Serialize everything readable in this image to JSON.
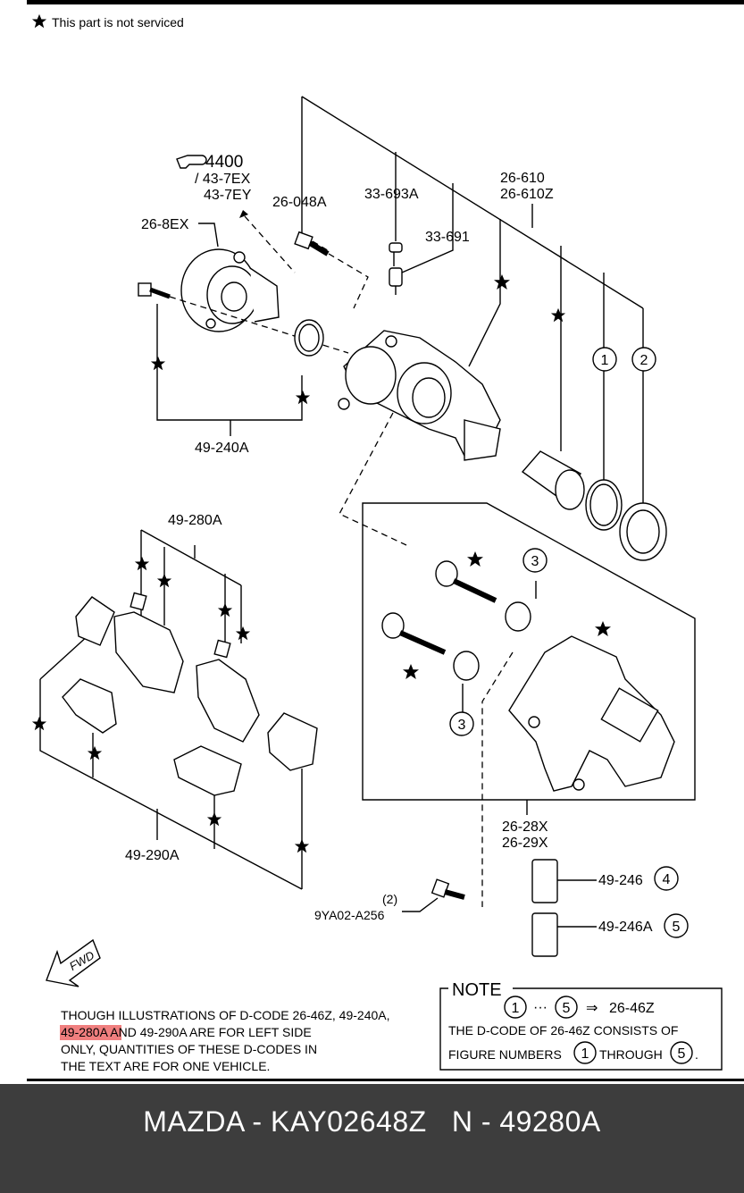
{
  "legend": {
    "star_text": "This part is not serviced"
  },
  "references": {
    "ref_main": "4400",
    "ref_line1": "/ 43-7EX",
    "ref_line2": "43-7EY"
  },
  "parts": {
    "p26_048A": "26-048A",
    "p33_693A": "33-693A",
    "p33_691": "33-691",
    "p26_610": "26-610",
    "p26_610Z": "26-610Z",
    "p26_8EX": "26-8EX",
    "p49_240A": "49-240A",
    "p49_280A": "49-280A",
    "p49_290A": "49-290A",
    "p26_28X": "26-28X",
    "p26_29X": "26-29X",
    "p9YA02": "9YA02-A256",
    "p9YA02_qty": "(2)",
    "p49_246": "49-246",
    "p49_246A": "49-246A"
  },
  "callouts": {
    "c1": "1",
    "c2": "2",
    "c3": "3",
    "c4": "4",
    "c5": "5"
  },
  "fwd": "FWD",
  "bottom_note": {
    "line1": "THOUGH ILLUSTRATIONS OF D-CODE 26-46Z, 49-240A,",
    "line2_highlight": "49-280A",
    "line2_rest": " AND 49-290A ARE FOR LEFT SIDE",
    "line3": "ONLY, QUANTITIES OF THESE D-CODES IN",
    "line4": "THE TEXT ARE FOR ONE VEHICLE.",
    "highlight_color": "#f07f7f"
  },
  "note_box": {
    "title": "NOTE",
    "row1_from": "1",
    "row1_dots": "···",
    "row1_to": "5",
    "row1_arrow": "⇒",
    "row1_code": "26-46Z",
    "row2": "THE D-CODE OF  26-46Z  CONSISTS OF",
    "row3_a": "FIGURE NUMBERS",
    "row3_n1": "1",
    "row3_b": "THROUGH",
    "row3_n2": "5",
    "row3_end": "."
  },
  "footer": {
    "title": "MAZDA - KAY02648Z   N - 49280A",
    "bg_color": "#3d3d3d"
  }
}
